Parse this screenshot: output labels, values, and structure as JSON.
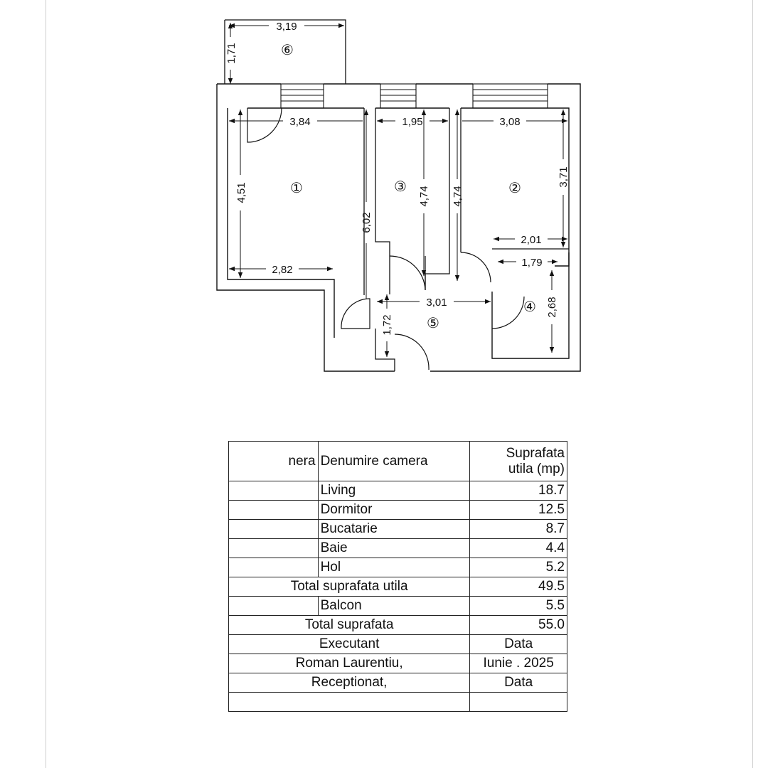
{
  "plan": {
    "dimensions": {
      "d319": "3,19",
      "d171": "1,71",
      "d384": "3,84",
      "d195": "1,95",
      "d308": "3,08",
      "d451": "4,51",
      "d602": "6,02",
      "d474a": "4,74",
      "d474b": "4,74",
      "d371": "3,71",
      "d201": "2,01",
      "d179": "1,79",
      "d282": "2,82",
      "d301": "3,01",
      "d172": "1,72",
      "d268": "2,68"
    },
    "rooms": {
      "r1": "①",
      "r2": "②",
      "r3": "③",
      "r4": "④",
      "r5": "⑤",
      "r6": "⑥"
    }
  },
  "table": {
    "header": {
      "col0": "nera",
      "col1": "Denumire camera",
      "col2a": "Suprafata",
      "col2b": "utila (mp)"
    },
    "rows": [
      {
        "name": "Living",
        "area": "18.7"
      },
      {
        "name": "Dormitor",
        "area": "12.5"
      },
      {
        "name": "Bucatarie",
        "area": "8.7"
      },
      {
        "name": "Baie",
        "area": "4.4"
      },
      {
        "name": "Hol",
        "area": "5.2"
      }
    ],
    "total_useful": {
      "label": "Total suprafata utila",
      "value": "49.5"
    },
    "balcony": {
      "name": "Balcon",
      "area": "5.5"
    },
    "total": {
      "label": "Total suprafata",
      "value": "55.0"
    },
    "executant": {
      "label": "Executant",
      "date_label": "Data"
    },
    "executant_name": {
      "label": "Roman Laurentiu,",
      "date": "Iunie . 2025"
    },
    "received": {
      "label": "Receptionat,",
      "date_label": "Data"
    }
  }
}
